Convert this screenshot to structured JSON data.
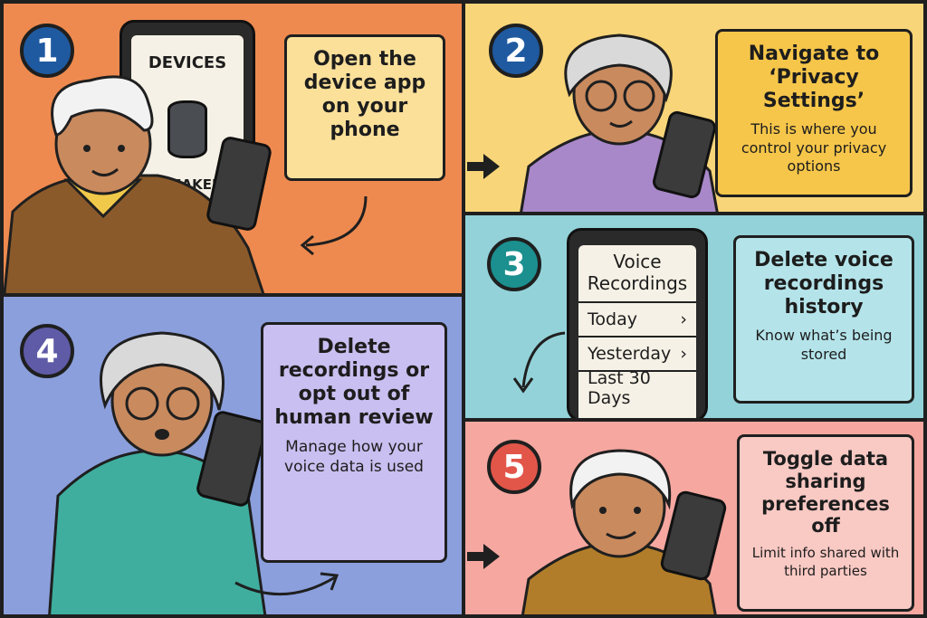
{
  "steps": [
    {
      "number": "1",
      "title": "Open the device app on your phone",
      "phone_header": "DEVICES",
      "phone_item": "SPEAKER",
      "colors": {
        "bg": "#ee8a4f",
        "card": "#fbe09a"
      }
    },
    {
      "number": "2",
      "title": "Navigate to ‘Privacy Settings’",
      "subtitle": "This is where you control your privacy options",
      "colors": {
        "bg": "#f8d579",
        "card": "#f6c64a"
      }
    },
    {
      "number": "3",
      "title": "Delete voice recordings history",
      "subtitle": "Know what’s being stored",
      "phone_header": "Voice Recordings",
      "recordings": [
        "Today",
        "Yesterday",
        "Last 30 Days"
      ],
      "chevron": "›",
      "colors": {
        "bg": "#93d2d9",
        "card": "#b4e4ea"
      }
    },
    {
      "number": "4",
      "title": "Delete recordings or opt out of human review",
      "subtitle": "Manage how your voice data is used",
      "colors": {
        "bg": "#8b9fdc",
        "card": "#c9bff0"
      }
    },
    {
      "number": "5",
      "title": "Toggle data sharing preferences off",
      "subtitle": "Limit info shared with third parties",
      "colors": {
        "bg": "#f5a7a0",
        "card": "#f9c9c4"
      }
    }
  ]
}
